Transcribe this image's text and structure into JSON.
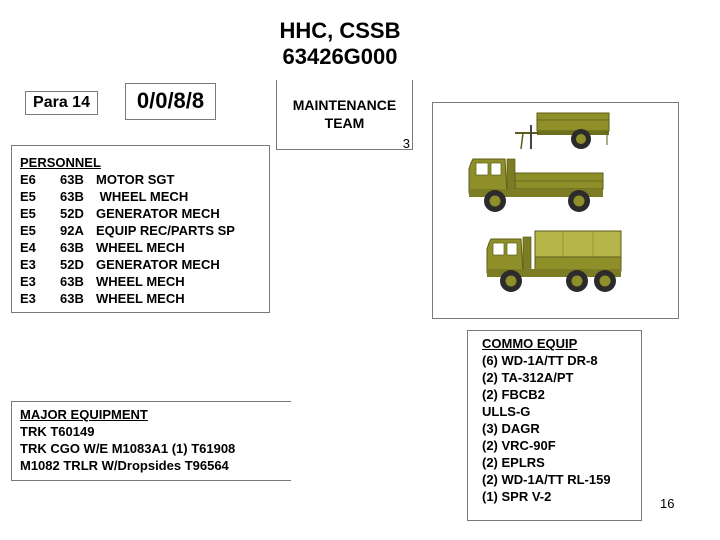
{
  "header": {
    "title_line1": "HHC, CSSB",
    "title_line2": "63426G000"
  },
  "para_label": "Para 14",
  "strength_code": "0/0/8/8",
  "team": {
    "name_line1": "MAINTENANCE",
    "name_line2": "TEAM",
    "count": "3"
  },
  "personnel": {
    "heading": "PERSONNEL",
    "rows": [
      {
        "grade": "E6",
        "mos": "63B",
        "title": "MOTOR SGT"
      },
      {
        "grade": "E5",
        "mos": "63B",
        "title": " WHEEL MECH"
      },
      {
        "grade": "E5",
        "mos": "52D",
        "title": "GENERATOR MECH"
      },
      {
        "grade": "E5",
        "mos": "92A",
        "title": "EQUIP REC/PARTS SP"
      },
      {
        "grade": "E4",
        "mos": "63B",
        "title": "WHEEL MECH"
      },
      {
        "grade": "E3",
        "mos": "52D",
        "title": "GENERATOR MECH"
      },
      {
        "grade": "E3",
        "mos": "63B",
        "title": "WHEEL MECH"
      },
      {
        "grade": "E3",
        "mos": "63B",
        "title": "WHEEL MECH"
      }
    ]
  },
  "vehicles": {
    "items": [
      "trailer-icon",
      "cargo-truck-icon",
      "covered-cargo-truck-icon"
    ],
    "colors": {
      "body": "#8f8f2a",
      "dark": "#5c5c1a",
      "light": "#b5b54a",
      "tire": "#2b2b2b"
    }
  },
  "commo_equip": {
    "heading": "COMMO EQUIP",
    "items": [
      "(6) WD-1A/TT DR-8",
      "(2) TA-312A/PT",
      "(2) FBCB2",
      "ULLS-G",
      "(3) DAGR",
      "(2) VRC-90F",
      "(2) EPLRS",
      "(2) WD-1A/TT RL-159",
      "(1) SPR V-2"
    ]
  },
  "major_equipment": {
    "heading": "MAJOR EQUIPMENT",
    "items": [
      "TRK T60149",
      "TRK CGO W/E M1083A1 (1) T61908",
      "M1082 TRLR W/Dropsides T96564"
    ]
  },
  "page_number": "16"
}
